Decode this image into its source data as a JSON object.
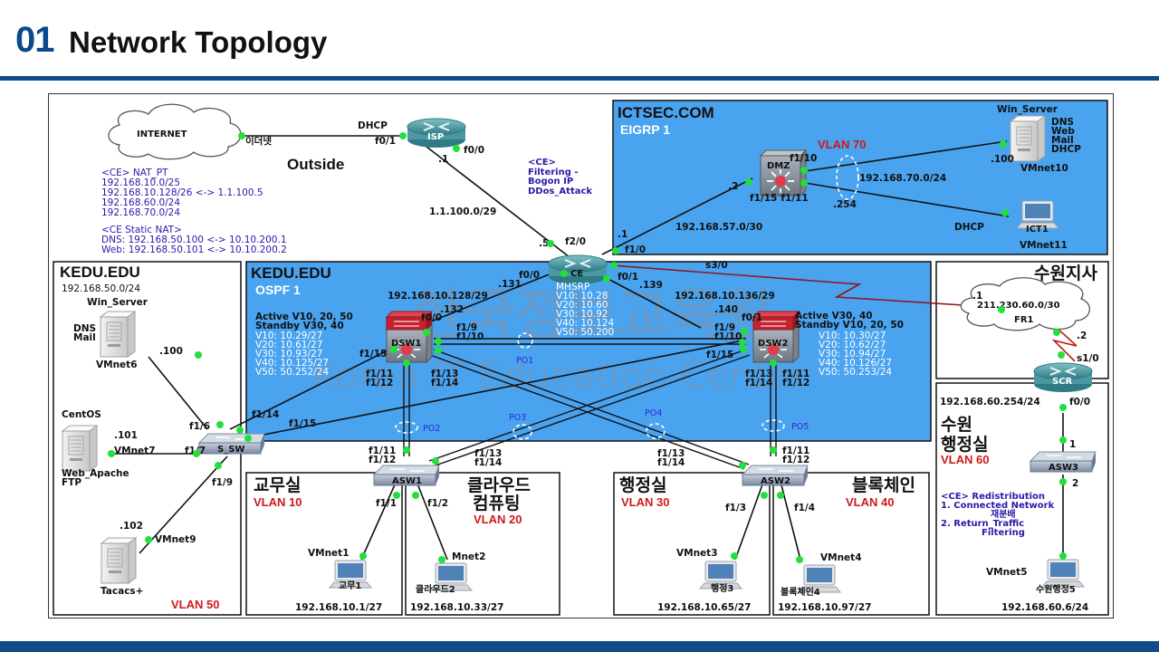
{
  "header": {
    "number": "01",
    "title": "Network Topology"
  },
  "colors": {
    "accent": "#0f4c88",
    "zone_blue": "#4aa3ef",
    "vlan_red": "#d01818",
    "note_purple": "#2a1aa8",
    "port_green": "#22e03a"
  },
  "watermark": {
    "korean": "한국정보교육원",
    "english": "Korea IT Education Center"
  },
  "outside": {
    "label": "Outside",
    "internet": {
      "label": "INTERNET",
      "iface": "이더넷"
    },
    "isp": {
      "label": "ISP",
      "f01": "f0/1",
      "dhcp": "DHCP",
      "f00": "f0/0",
      "ip": ".1"
    },
    "link_ce": {
      "subnet": "1.1.100.0/29",
      "ce_ip": ".5",
      "ce_iface": "f2/0"
    },
    "nat_pt": {
      "title": "<CE> NAT_PT",
      "lines": [
        "192.168.10.0/25",
        "192.168.10.128/26 <-> 1.1.100.5",
        "192.168.60.0/24",
        "192.168.70.0/24"
      ]
    },
    "static_nat": {
      "title": "<CE Static NAT>",
      "lines": [
        "DNS: 192.168.50.100 <-> 10.10.200.1",
        "Web: 192.168.50.101 <-> 10.10.200.2"
      ]
    },
    "filtering": {
      "lines": [
        "<CE>",
        "Filtering -",
        "Bogon IP",
        "DDos_Attack"
      ]
    }
  },
  "ictsec": {
    "domain": "ICTSEC.COM",
    "protocol": "EIGRP 1",
    "vlan": "VLAN 70",
    "dmz": {
      "label": "DMZ",
      "ip": ".2",
      "f110": "f1/10",
      "f115": "f1/15",
      "f111": "f1/11",
      "gw": ".254"
    },
    "subnet": "192.168.70.0/24",
    "ce_link": {
      "subnet": "192.168.57.0/30",
      "ip": ".1",
      "iface": "f1/0"
    },
    "server": {
      "name": "Win_Server",
      "services": [
        "DNS",
        "Web",
        "Mail",
        "DHCP"
      ],
      "ip": ".100",
      "vmnet": "VMnet10"
    },
    "pc": {
      "name": "ICT1",
      "ip": "DHCP",
      "vmnet": "VMnet11"
    }
  },
  "kedu_left": {
    "domain": "KEDU.EDU",
    "subnet": "192.168.50.0/24",
    "vlan": "VLAN 50",
    "switch": {
      "label": "S_SW",
      "f16": "f1/6",
      "f17": "f1/7",
      "f19": "f1/9",
      "f114": "f1/14",
      "f115": "f1/15"
    },
    "servers": [
      {
        "name": "Win_Server",
        "services": [
          "DNS",
          "Mail"
        ],
        "ip": ".100",
        "vmnet": "VMnet6"
      },
      {
        "name": "CentOS",
        "services": [
          "Web_Apache",
          "FTP"
        ],
        "ip": ".101",
        "vmnet": "VMnet7"
      },
      {
        "name": "Tacacs+",
        "services": [],
        "ip": ".102",
        "vmnet": "VMnet9"
      }
    ]
  },
  "kedu_core": {
    "domain": "KEDU.EDU",
    "protocol": "OSPF 1",
    "ce": {
      "label": "CE",
      "f00": "f0/0",
      "f01": "f0/1",
      "s30": "s3/0",
      "ip_f00": ".131",
      "ip_f01": ".139",
      "mhsrp": [
        "MHSRP",
        "V10: 10.28",
        "V20: 10.60",
        "V30: 10.92",
        "V40: 10.124",
        "V50: 50.200"
      ]
    },
    "dsw1": {
      "label": "DSW1",
      "subnet": "192.168.10.128/29",
      "ip": ".132",
      "f00": "f0/0",
      "active": "Active V10, 20, 50",
      "standby": "Standby V30, 40",
      "svi": [
        "V10: 10.29/27",
        "V20: 10.61/27",
        "V30: 10.93/27",
        "V40: 10.125/27",
        "V50: 50.252/24"
      ],
      "ports": {
        "f19": "f1/9",
        "f110": "f1/10",
        "f115": "f1/15",
        "f111": "f1/11",
        "f112": "f1/12",
        "f113": "f1/13",
        "f114": "f1/14"
      }
    },
    "dsw2": {
      "label": "DSW2",
      "subnet": "192.168.10.136/29",
      "ip": ".140",
      "f01": "f0/1",
      "active": "Active V30, 40",
      "standby": "Standby V10, 20, 50",
      "svi": [
        "V10: 10.30/27",
        "V20: 10.62/27",
        "V30: 10.94/27",
        "V40: 10.126/27",
        "V50: 50.253/24"
      ],
      "ports": {
        "f19": "f1/9",
        "f110": "f1/10",
        "f115": "f1/15",
        "f111": "f1/11",
        "f112": "f1/12",
        "f113": "f1/13",
        "f114": "f1/14"
      }
    },
    "port_channels": [
      "PO1",
      "PO2",
      "PO3",
      "PO4",
      "PO5"
    ]
  },
  "access": {
    "asw1": {
      "label": "ASW1",
      "f111": "f1/11",
      "f112": "f1/12",
      "f113": "f1/13",
      "f114": "f1/14",
      "f11": "f1/1",
      "f12": "f1/2"
    },
    "asw2": {
      "label": "ASW2",
      "f111": "f1/11",
      "f112": "f1/12",
      "f113": "f1/13",
      "f114": "f1/14",
      "f13": "f1/3",
      "f14": "f1/4"
    },
    "rooms": [
      {
        "name": "교무실",
        "vlan": "VLAN 10",
        "pc": "교무1",
        "vmnet": "VMnet1",
        "ip": "192.168.10.1/27"
      },
      {
        "name": [
          "클라우드",
          "컴퓨팅"
        ],
        "vlan": "VLAN 20",
        "pc": "클라우드2",
        "vmnet": "Mnet2",
        "ip": "192.168.10.33/27"
      },
      {
        "name": "행정실",
        "vlan": "VLAN 30",
        "pc": "행정3",
        "vmnet": "VMnet3",
        "ip": "192.168.10.65/27"
      },
      {
        "name": "블록체인",
        "vlan": "VLAN 40",
        "pc": "블록체인4",
        "vmnet": "VMnet4",
        "ip": "192.168.10.97/27"
      }
    ]
  },
  "suwon": {
    "branch": "수원지사",
    "fr": {
      "subnet": "211.230.60.0/30",
      "label": "FR1",
      "ip1": ".1",
      "ip2": ".2"
    },
    "scr": {
      "label": "SCR",
      "s10": "s1/0",
      "f00": "f0/0",
      "ip": "192.168.60.254/24"
    },
    "office": {
      "name": [
        "수원",
        "행정실"
      ],
      "vlan": "VLAN 60"
    },
    "asw3": {
      "label": "ASW3",
      "p1": "1",
      "p2": "2"
    },
    "redistribution": [
      "<CE> Redistribution",
      "1. Connected Network",
      "재분배",
      "2. Return_Traffic",
      "Filtering"
    ],
    "pc": {
      "name": "수원행정5",
      "vmnet": "VMnet5",
      "ip": "192.168.60.6/24"
    }
  }
}
